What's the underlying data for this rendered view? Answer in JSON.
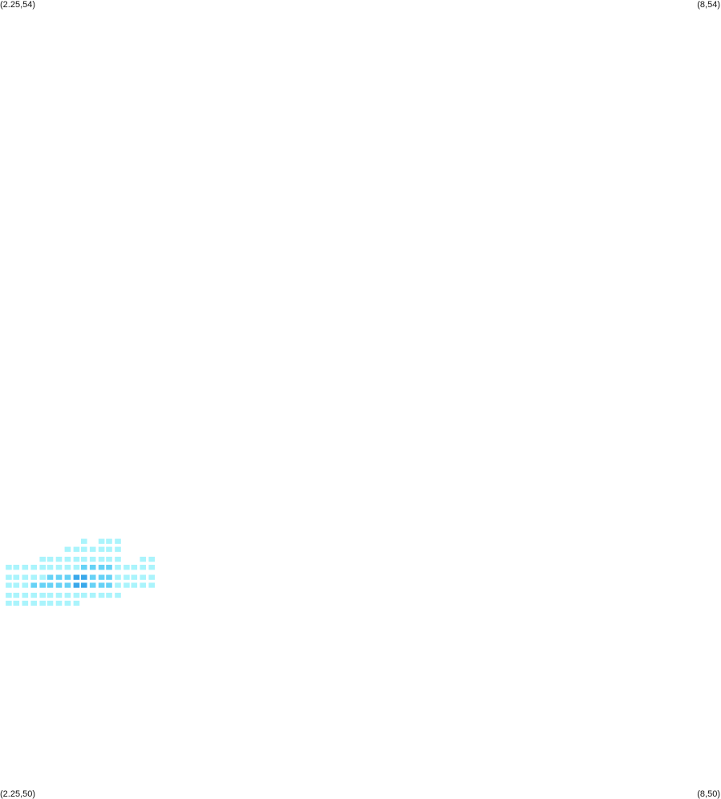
{
  "corners": {
    "top_left": "(2.25,54)",
    "top_right": "(8,54)",
    "bottom_left": "(2.25,50)",
    "bottom_right": "(8,50)"
  },
  "extent": {
    "x_min": 2.25,
    "x_max": 8,
    "y_min": 50,
    "y_max": 54
  },
  "colors": {
    "background": "#ffffff",
    "light": "#aaf4fc",
    "medium": "#66d2f6",
    "dark": "#3aa8ea"
  },
  "chart_data": {
    "type": "heatmap",
    "cell_size": [
      0.0675,
      0.0452
    ],
    "rows": [
      {
        "y": 50.98,
        "cells": [
          [
            2.32,
            1
          ],
          [
            2.38,
            1
          ],
          [
            2.45,
            1
          ],
          [
            2.52,
            1
          ],
          [
            2.59,
            1
          ],
          [
            2.65,
            1
          ],
          [
            2.72,
            1
          ],
          [
            2.79,
            1
          ],
          [
            2.86,
            1
          ]
        ]
      },
      {
        "y": 51.02,
        "cells": [
          [
            2.32,
            1
          ],
          [
            2.38,
            1
          ],
          [
            2.45,
            1
          ],
          [
            2.52,
            1
          ],
          [
            2.59,
            1
          ],
          [
            2.65,
            1
          ],
          [
            2.72,
            1
          ],
          [
            2.79,
            1
          ],
          [
            2.86,
            1
          ],
          [
            2.92,
            1
          ],
          [
            2.99,
            1
          ],
          [
            3.06,
            1
          ],
          [
            3.12,
            1
          ],
          [
            3.19,
            1
          ]
        ]
      },
      {
        "y": 51.07,
        "cells": [
          [
            2.32,
            1
          ],
          [
            2.38,
            1
          ],
          [
            2.45,
            1
          ],
          [
            2.52,
            2
          ],
          [
            2.59,
            2
          ],
          [
            2.65,
            2
          ],
          [
            2.72,
            2
          ],
          [
            2.79,
            2
          ],
          [
            2.86,
            3
          ],
          [
            2.92,
            3
          ],
          [
            2.99,
            2
          ],
          [
            3.06,
            2
          ],
          [
            3.12,
            2
          ],
          [
            3.19,
            1
          ],
          [
            3.26,
            1
          ],
          [
            3.32,
            1
          ],
          [
            3.39,
            1
          ],
          [
            3.46,
            1
          ]
        ]
      },
      {
        "y": 51.11,
        "cells": [
          [
            2.32,
            1
          ],
          [
            2.38,
            1
          ],
          [
            2.45,
            1
          ],
          [
            2.52,
            1
          ],
          [
            2.59,
            1
          ],
          [
            2.65,
            2
          ],
          [
            2.72,
            2
          ],
          [
            2.79,
            2
          ],
          [
            2.86,
            3
          ],
          [
            2.92,
            3
          ],
          [
            2.99,
            2
          ],
          [
            3.06,
            2
          ],
          [
            3.12,
            2
          ],
          [
            3.19,
            1
          ],
          [
            3.26,
            1
          ],
          [
            3.32,
            1
          ],
          [
            3.39,
            1
          ],
          [
            3.46,
            1
          ]
        ]
      },
      {
        "y": 51.16,
        "cells": [
          [
            2.32,
            1
          ],
          [
            2.38,
            1
          ],
          [
            2.45,
            1
          ],
          [
            2.52,
            1
          ],
          [
            2.59,
            1
          ],
          [
            2.65,
            1
          ],
          [
            2.72,
            1
          ],
          [
            2.79,
            1
          ],
          [
            2.86,
            1
          ],
          [
            2.92,
            2
          ],
          [
            2.99,
            2
          ],
          [
            3.06,
            2
          ],
          [
            3.12,
            2
          ],
          [
            3.19,
            1
          ],
          [
            3.26,
            1
          ],
          [
            3.32,
            1
          ],
          [
            3.39,
            1
          ],
          [
            3.46,
            1
          ]
        ]
      },
      {
        "y": 51.2,
        "cells": [
          [
            2.59,
            1
          ],
          [
            2.65,
            1
          ],
          [
            2.72,
            1
          ],
          [
            2.79,
            1
          ],
          [
            2.86,
            1
          ],
          [
            2.92,
            1
          ],
          [
            2.99,
            1
          ],
          [
            3.06,
            1
          ],
          [
            3.12,
            1
          ],
          [
            3.19,
            1
          ],
          [
            3.39,
            1
          ],
          [
            3.46,
            1
          ]
        ]
      },
      {
        "y": 51.25,
        "cells": [
          [
            2.79,
            1
          ],
          [
            2.86,
            1
          ],
          [
            2.92,
            1
          ],
          [
            2.99,
            1
          ],
          [
            3.06,
            1
          ],
          [
            3.12,
            1
          ],
          [
            3.19,
            1
          ]
        ]
      },
      {
        "y": 51.29,
        "cells": [
          [
            2.92,
            1
          ],
          [
            3.06,
            1
          ],
          [
            3.12,
            1
          ],
          [
            3.19,
            1
          ]
        ]
      }
    ]
  }
}
